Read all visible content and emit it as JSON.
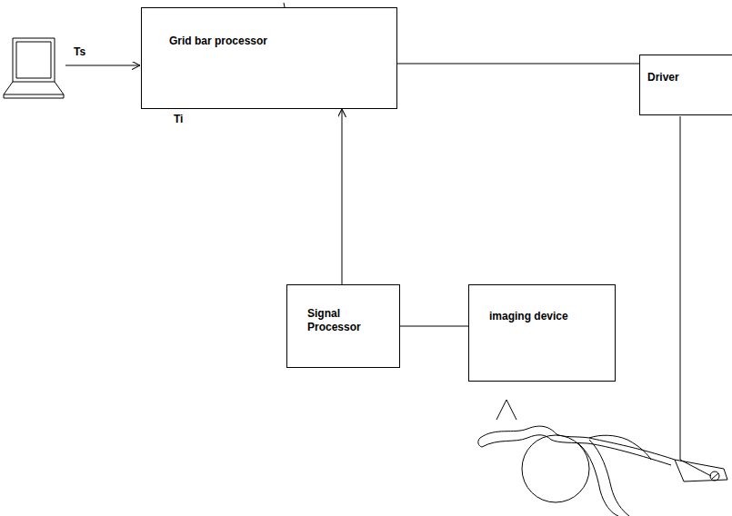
{
  "diagram": {
    "nodes": [
      {
        "text": [
          "Grid bar processor"
        ]
      },
      {
        "text": [
          "Driver"
        ]
      },
      {
        "text": [
          "Signal Processor"
        ]
      },
      {
        "text": [
          "imaging device"
        ]
      }
    ],
    "edges": [
      {
        "from": 0,
        "to": 1,
        "arrow": "none"
      },
      {
        "from": 2,
        "to": 0,
        "arrow": "to"
      },
      {
        "from": 2,
        "to": 3,
        "arrow": "none"
      }
    ],
    "labels": [
      "Ts",
      "Ti"
    ]
  }
}
